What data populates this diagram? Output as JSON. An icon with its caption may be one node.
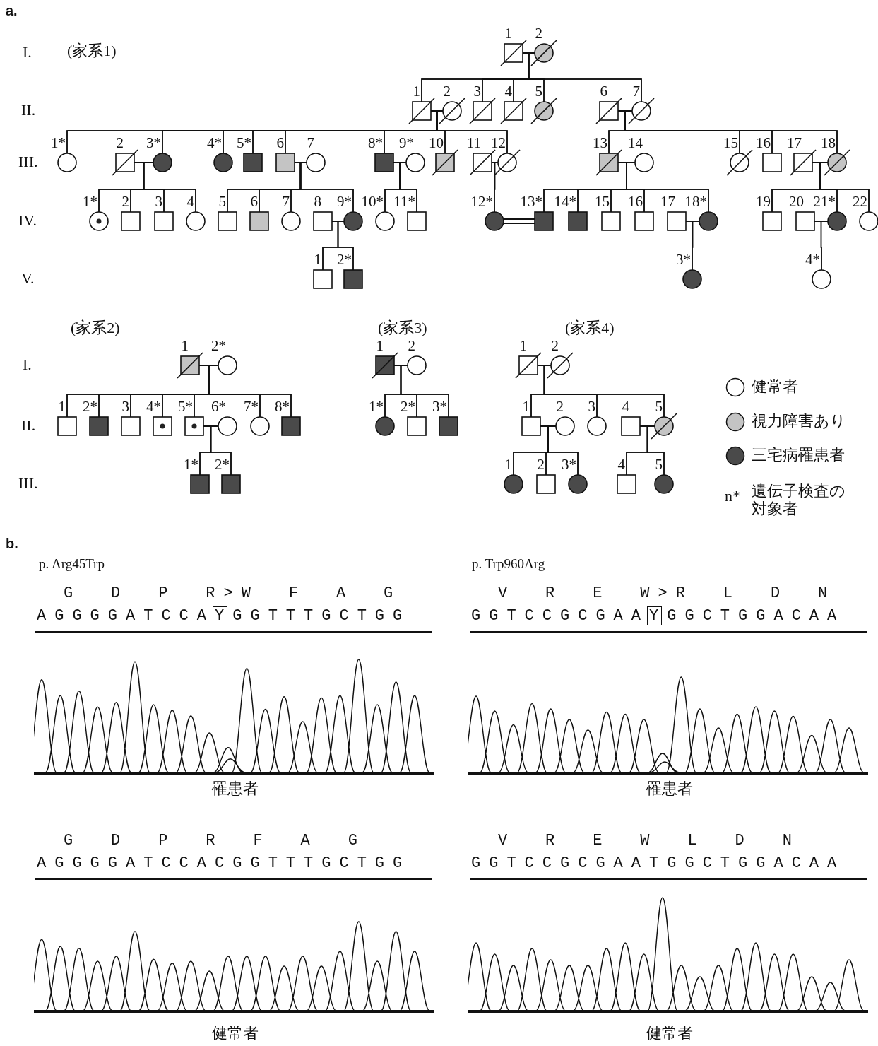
{
  "diagram": {
    "nodes": [
      {
        "text": [],
        "shape": "box",
        "beside": [
          "1"
        ]
      },
      {
        "text": [],
        "shape": "circle",
        "beside": [
          "2"
        ]
      },
      {
        "text": [],
        "shape": "box",
        "beside": [
          "1"
        ]
      },
      {
        "text": [],
        "shape": "circle",
        "beside": [
          "2"
        ]
      },
      {
        "text": [],
        "shape": "box",
        "beside": [
          "3"
        ]
      },
      {
        "text": [],
        "shape": "box",
        "beside": [
          "4"
        ]
      },
      {
        "text": [],
        "shape": "circle",
        "beside": [
          "5"
        ]
      },
      {
        "text": [],
        "shape": "box",
        "beside": [
          "6"
        ]
      },
      {
        "text": [],
        "shape": "circle",
        "beside": [
          "7"
        ]
      },
      {
        "text": [],
        "shape": "circle",
        "beside": [
          "1*"
        ]
      },
      {
        "text": [],
        "shape": "box",
        "beside": [
          "2"
        ]
      },
      {
        "text": [],
        "shape": "circle",
        "beside": [
          "3*"
        ]
      },
      {
        "text": [],
        "shape": "circle",
        "beside": [
          "4*"
        ]
      },
      {
        "text": [],
        "shape": "box",
        "beside": [
          "5*"
        ]
      },
      {
        "text": [],
        "shape": "box",
        "beside": [
          "6"
        ]
      },
      {
        "text": [],
        "shape": "circle",
        "beside": [
          "7"
        ]
      },
      {
        "text": [],
        "shape": "box",
        "beside": [
          "8*"
        ]
      },
      {
        "text": [],
        "shape": "circle",
        "beside": [
          "9*"
        ]
      },
      {
        "text": [],
        "shape": "box",
        "beside": [
          "10"
        ]
      },
      {
        "text": [],
        "shape": "box",
        "beside": [
          "11"
        ]
      },
      {
        "text": [],
        "shape": "circle",
        "beside": [
          "12"
        ]
      },
      {
        "text": [],
        "shape": "box",
        "beside": [
          "13"
        ]
      },
      {
        "text": [],
        "shape": "circle",
        "beside": [
          "14"
        ]
      },
      {
        "text": [],
        "shape": "circle",
        "beside": [
          "15"
        ]
      },
      {
        "text": [],
        "shape": "box",
        "beside": [
          "16"
        ]
      },
      {
        "text": [],
        "shape": "box",
        "beside": [
          "17"
        ]
      },
      {
        "text": [],
        "shape": "circle",
        "beside": [
          "18"
        ]
      },
      {
        "text": [],
        "shape": "circle",
        "beside": [
          "1*"
        ]
      },
      {
        "text": [],
        "shape": "box",
        "beside": [
          "2"
        ]
      },
      {
        "text": [],
        "shape": "box",
        "beside": [
          "3"
        ]
      },
      {
        "text": [],
        "shape": "circle",
        "beside": [
          "4"
        ]
      },
      {
        "text": [],
        "shape": "box",
        "beside": [
          "5"
        ]
      },
      {
        "text": [],
        "shape": "box",
        "beside": [
          "6"
        ]
      },
      {
        "text": [],
        "shape": "circle",
        "beside": [
          "7"
        ]
      },
      {
        "text": [],
        "shape": "box",
        "beside": [
          "8"
        ]
      },
      {
        "text": [],
        "shape": "circle",
        "beside": [
          "9*"
        ]
      },
      {
        "text": [],
        "shape": "circle",
        "beside": [
          "10*"
        ]
      },
      {
        "text": [],
        "shape": "box",
        "beside": [
          "11*"
        ]
      },
      {
        "text": [],
        "shape": "circle",
        "beside": [
          "12*"
        ]
      },
      {
        "text": [],
        "shape": "box",
        "beside": [
          "13*"
        ]
      },
      {
        "text": [],
        "shape": "box",
        "beside": [
          "14*"
        ]
      },
      {
        "text": [],
        "shape": "box",
        "beside": [
          "15"
        ]
      },
      {
        "text": [],
        "shape": "box",
        "beside": [
          "16"
        ]
      },
      {
        "text": [],
        "shape": "box",
        "beside": [
          "17"
        ]
      },
      {
        "text": [],
        "shape": "circle",
        "beside": [
          "18*"
        ]
      },
      {
        "text": [],
        "shape": "box",
        "beside": [
          "19"
        ]
      },
      {
        "text": [],
        "shape": "box",
        "beside": [
          "20"
        ]
      },
      {
        "text": [],
        "shape": "circle",
        "beside": [
          "21*"
        ]
      },
      {
        "text": [],
        "shape": "circle",
        "beside": [
          "22"
        ]
      },
      {
        "text": [],
        "shape": "box",
        "beside": [
          "1"
        ]
      },
      {
        "text": [],
        "shape": "box",
        "beside": [
          "2*"
        ]
      },
      {
        "text": [],
        "shape": "circle",
        "beside": [
          "3*"
        ]
      },
      {
        "text": [],
        "shape": "circle",
        "beside": [
          "4*"
        ]
      },
      {
        "text": [],
        "shape": "box",
        "beside": [
          "1"
        ]
      },
      {
        "text": [],
        "shape": "circle",
        "beside": [
          "2*"
        ]
      },
      {
        "text": [],
        "shape": "box",
        "beside": [
          "1"
        ]
      },
      {
        "text": [],
        "shape": "box",
        "beside": [
          "2*"
        ]
      },
      {
        "text": [],
        "shape": "box",
        "beside": [
          "3"
        ]
      },
      {
        "text": [],
        "shape": "box",
        "beside": [
          "4*"
        ]
      },
      {
        "text": [],
        "shape": "box",
        "beside": [
          "5*"
        ]
      },
      {
        "text": [],
        "shape": "circle",
        "beside": [
          "6*"
        ]
      },
      {
        "text": [],
        "shape": "circle",
        "beside": [
          "7*"
        ]
      },
      {
        "text": [],
        "shape": "box",
        "beside": [
          "8*"
        ]
      },
      {
        "text": [],
        "shape": "box",
        "beside": [
          "1*"
        ]
      },
      {
        "text": [],
        "shape": "box",
        "beside": [
          "2*"
        ]
      },
      {
        "text": [],
        "shape": "box",
        "beside": [
          "1"
        ]
      },
      {
        "text": [],
        "shape": "circle",
        "beside": [
          "2"
        ]
      },
      {
        "text": [],
        "shape": "circle",
        "beside": [
          "1*"
        ]
      },
      {
        "text": [],
        "shape": "box",
        "beside": [
          "2*"
        ]
      },
      {
        "text": [],
        "shape": "box",
        "beside": [
          "3*"
        ]
      },
      {
        "text": [],
        "shape": "box",
        "beside": [
          "1"
        ]
      },
      {
        "text": [],
        "shape": "circle",
        "beside": [
          "2"
        ]
      },
      {
        "text": [],
        "shape": "box",
        "beside": [
          "1"
        ]
      },
      {
        "text": [],
        "shape": "circle",
        "beside": [
          "2"
        ]
      },
      {
        "text": [],
        "shape": "circle",
        "beside": [
          "3"
        ]
      },
      {
        "text": [],
        "shape": "box",
        "beside": [
          "4"
        ]
      },
      {
        "text": [],
        "shape": "circle",
        "beside": [
          "5"
        ]
      },
      {
        "text": [],
        "shape": "circle",
        "beside": [
          "1"
        ]
      },
      {
        "text": [],
        "shape": "box",
        "beside": [
          "2"
        ]
      },
      {
        "text": [],
        "shape": "circle",
        "beside": [
          "3*"
        ]
      },
      {
        "text": [],
        "shape": "box",
        "beside": [
          "4"
        ]
      },
      {
        "text": [],
        "shape": "circle",
        "beside": [
          "5"
        ]
      }
    ],
    "edges": [
      {
        "from": 0,
        "to": 1,
        "arrow": "none"
      },
      {
        "from": 0,
        "to": 2,
        "arrow": "none"
      },
      {
        "from": 1,
        "to": 2,
        "arrow": "none"
      },
      {
        "from": 0,
        "to": 4,
        "arrow": "none"
      },
      {
        "from": 1,
        "to": 4,
        "arrow": "none"
      },
      {
        "from": 0,
        "to": 5,
        "arrow": "none"
      },
      {
        "from": 1,
        "to": 5,
        "arrow": "none"
      },
      {
        "from": 0,
        "to": 6,
        "arrow": "none"
      },
      {
        "from": 1,
        "to": 6,
        "arrow": "none"
      },
      {
        "from": 0,
        "to": 8,
        "arrow": "none"
      },
      {
        "from": 1,
        "to": 8,
        "arrow": "none"
      },
      {
        "from": 2,
        "to": 3,
        "arrow": "none"
      },
      {
        "from": 2,
        "to": 9,
        "arrow": "none"
      },
      {
        "from": 3,
        "to": 9,
        "arrow": "none"
      },
      {
        "from": 2,
        "to": 11,
        "arrow": "none"
      },
      {
        "from": 3,
        "to": 11,
        "arrow": "none"
      },
      {
        "from": 2,
        "to": 12,
        "arrow": "none"
      },
      {
        "from": 3,
        "to": 12,
        "arrow": "none"
      },
      {
        "from": 2,
        "to": 13,
        "arrow": "none"
      },
      {
        "from": 3,
        "to": 13,
        "arrow": "none"
      },
      {
        "from": 2,
        "to": 14,
        "arrow": "none"
      },
      {
        "from": 3,
        "to": 14,
        "arrow": "none"
      },
      {
        "from": 2,
        "to": 16,
        "arrow": "none"
      },
      {
        "from": 3,
        "to": 16,
        "arrow": "none"
      },
      {
        "from": 2,
        "to": 18,
        "arrow": "none"
      },
      {
        "from": 3,
        "to": 18,
        "arrow": "none"
      },
      {
        "from": 2,
        "to": 20,
        "arrow": "none"
      },
      {
        "from": 3,
        "to": 20,
        "arrow": "none"
      },
      {
        "from": 7,
        "to": 8,
        "arrow": "none"
      },
      {
        "from": 7,
        "to": 21,
        "arrow": "none"
      },
      {
        "from": 8,
        "to": 21,
        "arrow": "none"
      },
      {
        "from": 7,
        "to": 23,
        "arrow": "none"
      },
      {
        "from": 8,
        "to": 23,
        "arrow": "none"
      },
      {
        "from": 7,
        "to": 24,
        "arrow": "none"
      },
      {
        "from": 8,
        "to": 24,
        "arrow": "none"
      },
      {
        "from": 7,
        "to": 26,
        "arrow": "none"
      },
      {
        "from": 8,
        "to": 26,
        "arrow": "none"
      },
      {
        "from": 10,
        "to": 11,
        "arrow": "none"
      },
      {
        "from": 10,
        "to": 27,
        "arrow": "none"
      },
      {
        "from": 11,
        "to": 27,
        "arrow": "none"
      },
      {
        "from": 10,
        "to": 28,
        "arrow": "none"
      },
      {
        "from": 11,
        "to": 28,
        "arrow": "none"
      },
      {
        "from": 10,
        "to": 29,
        "arrow": "none"
      },
      {
        "from": 11,
        "to": 29,
        "arrow": "none"
      },
      {
        "from": 10,
        "to": 30,
        "arrow": "none"
      },
      {
        "from": 11,
        "to": 30,
        "arrow": "none"
      },
      {
        "from": 14,
        "to": 15,
        "arrow": "none"
      },
      {
        "from": 14,
        "to": 31,
        "arrow": "none"
      },
      {
        "from": 15,
        "to": 31,
        "arrow": "none"
      },
      {
        "from": 14,
        "to": 32,
        "arrow": "none"
      },
      {
        "from": 15,
        "to": 32,
        "arrow": "none"
      },
      {
        "from": 14,
        "to": 33,
        "arrow": "none"
      },
      {
        "from": 15,
        "to": 33,
        "arrow": "none"
      },
      {
        "from": 14,
        "to": 35,
        "arrow": "none"
      },
      {
        "from": 15,
        "to": 35,
        "arrow": "none"
      },
      {
        "from": 16,
        "to": 17,
        "arrow": "none"
      },
      {
        "from": 16,
        "to": 36,
        "arrow": "none"
      },
      {
        "from": 17,
        "to": 36,
        "arrow": "none"
      },
      {
        "from": 16,
        "to": 37,
        "arrow": "none"
      },
      {
        "from": 17,
        "to": 37,
        "arrow": "none"
      },
      {
        "from": 19,
        "to": 20,
        "arrow": "none"
      },
      {
        "from": 19,
        "to": 38,
        "arrow": "none"
      },
      {
        "from": 20,
        "to": 38,
        "arrow": "none"
      },
      {
        "from": 21,
        "to": 22,
        "arrow": "none"
      },
      {
        "from": 21,
        "to": 39,
        "arrow": "none"
      },
      {
        "from": 22,
        "to": 39,
        "arrow": "none"
      },
      {
        "from": 21,
        "to": 40,
        "arrow": "none"
      },
      {
        "from": 22,
        "to": 40,
        "arrow": "none"
      },
      {
        "from": 21,
        "to": 41,
        "arrow": "none"
      },
      {
        "from": 22,
        "to": 41,
        "arrow": "none"
      },
      {
        "from": 21,
        "to": 42,
        "arrow": "none"
      },
      {
        "from": 22,
        "to": 42,
        "arrow": "none"
      },
      {
        "from": 21,
        "to": 44,
        "arrow": "none"
      },
      {
        "from": 22,
        "to": 44,
        "arrow": "none"
      },
      {
        "from": 25,
        "to": 26,
        "arrow": "none"
      },
      {
        "from": 25,
        "to": 45,
        "arrow": "none"
      },
      {
        "from": 26,
        "to": 45,
        "arrow": "none"
      },
      {
        "from": 25,
        "to": 47,
        "arrow": "none"
      },
      {
        "from": 26,
        "to": 47,
        "arrow": "none"
      },
      {
        "from": 25,
        "to": 48,
        "arrow": "none"
      },
      {
        "from": 26,
        "to": 48,
        "arrow": "none"
      },
      {
        "from": 38,
        "to": 39,
        "arrow": "none"
      },
      {
        "from": 34,
        "to": 35,
        "arrow": "none"
      },
      {
        "from": 34,
        "to": 49,
        "arrow": "none"
      },
      {
        "from": 35,
        "to": 49,
        "arrow": "none"
      },
      {
        "from": 34,
        "to": 50,
        "arrow": "none"
      },
      {
        "from": 35,
        "to": 50,
        "arrow": "none"
      },
      {
        "from": 43,
        "to": 44,
        "arrow": "none"
      },
      {
        "from": 43,
        "to": 51,
        "arrow": "none"
      },
      {
        "from": 44,
        "to": 51,
        "arrow": "none"
      },
      {
        "from": 46,
        "to": 47,
        "arrow": "none"
      },
      {
        "from": 46,
        "to": 52,
        "arrow": "none"
      },
      {
        "from": 47,
        "to": 52,
        "arrow": "none"
      },
      {
        "from": 53,
        "to": 54,
        "arrow": "none"
      },
      {
        "from": 53,
        "to": 55,
        "arrow": "none"
      },
      {
        "from": 54,
        "to": 55,
        "arrow": "none"
      },
      {
        "from": 53,
        "to": 56,
        "arrow": "none"
      },
      {
        "from": 54,
        "to": 56,
        "arrow": "none"
      },
      {
        "from": 53,
        "to": 57,
        "arrow": "none"
      },
      {
        "from": 54,
        "to": 57,
        "arrow": "none"
      },
      {
        "from": 53,
        "to": 58,
        "arrow": "none"
      },
      {
        "from": 54,
        "to": 58,
        "arrow": "none"
      },
      {
        "from": 53,
        "to": 59,
        "arrow": "none"
      },
      {
        "from": 54,
        "to": 59,
        "arrow": "none"
      },
      {
        "from": 53,
        "to": 61,
        "arrow": "none"
      },
      {
        "from": 54,
        "to": 61,
        "arrow": "none"
      },
      {
        "from": 53,
        "to": 62,
        "arrow": "none"
      },
      {
        "from": 54,
        "to": 62,
        "arrow": "none"
      },
      {
        "from": 59,
        "to": 60,
        "arrow": "none"
      },
      {
        "from": 59,
        "to": 63,
        "arrow": "none"
      },
      {
        "from": 60,
        "to": 63,
        "arrow": "none"
      },
      {
        "from": 59,
        "to": 64,
        "arrow": "none"
      },
      {
        "from": 60,
        "to": 64,
        "arrow": "none"
      },
      {
        "from": 65,
        "to": 66,
        "arrow": "none"
      },
      {
        "from": 65,
        "to": 67,
        "arrow": "none"
      },
      {
        "from": 66,
        "to": 67,
        "arrow": "none"
      },
      {
        "from": 65,
        "to": 68,
        "arrow": "none"
      },
      {
        "from": 66,
        "to": 68,
        "arrow": "none"
      },
      {
        "from": 65,
        "to": 69,
        "arrow": "none"
      },
      {
        "from": 66,
        "to": 69,
        "arrow": "none"
      },
      {
        "from": 70,
        "to": 71,
        "arrow": "none"
      },
      {
        "from": 70,
        "to": 72,
        "arrow": "none"
      },
      {
        "from": 71,
        "to": 72,
        "arrow": "none"
      },
      {
        "from": 70,
        "to": 74,
        "arrow": "none"
      },
      {
        "from": 71,
        "to": 74,
        "arrow": "none"
      },
      {
        "from": 70,
        "to": 76,
        "arrow": "none"
      },
      {
        "from": 71,
        "to": 76,
        "arrow": "none"
      },
      {
        "from": 72,
        "to": 73,
        "arrow": "none"
      },
      {
        "from": 72,
        "to": 77,
        "arrow": "none"
      },
      {
        "from": 73,
        "to": 77,
        "arrow": "none"
      },
      {
        "from": 72,
        "to": 78,
        "arrow": "none"
      },
      {
        "from": 73,
        "to": 78,
        "arrow": "none"
      },
      {
        "from": 72,
        "to": 79,
        "arrow": "none"
      },
      {
        "from": 73,
        "to": 79,
        "arrow": "none"
      },
      {
        "from": 75,
        "to": 76,
        "arrow": "none"
      },
      {
        "from": 75,
        "to": 80,
        "arrow": "none"
      },
      {
        "from": 76,
        "to": 80,
        "arrow": "none"
      },
      {
        "from": 75,
        "to": 81,
        "arrow": "none"
      },
      {
        "from": 76,
        "to": 81,
        "arrow": "none"
      }
    ],
    "labels": [
      "a.",
      "I.",
      "(家系1)",
      "II.",
      "III.",
      "IV.",
      "V.",
      "(家系2)",
      "(家系3)",
      "(家系4)",
      "I.",
      "II.",
      "III.",
      "n*",
      "b.",
      "p. Arg45Trp",
      "p. Trp960Arg",
      "G D P R>W F A G",
      "V R E W>R L D N",
      "AGGGGATCCAYGGTTTGCTGG",
      "GGTCCGCGAAYGGCTGGACAA",
      "罹患者",
      "罹患者",
      "G D P R F A G",
      "V R E W L D N",
      "AGGGGATCCACGGTTTGCTGG",
      "GGTCCGCGAATGGCTGGACAA",
      "健常者",
      "健常者"
    ],
    "legend": [
      {
        "text": "健常者",
        "color": "#ffffff"
      },
      {
        "text": "視力障害あり",
        "color": "#c4c4c4"
      },
      {
        "text": "三宅病罹患者",
        "color": "#4a4a4a"
      },
      {
        "text": "遺伝子検査の対象者"
      }
    ]
  }
}
